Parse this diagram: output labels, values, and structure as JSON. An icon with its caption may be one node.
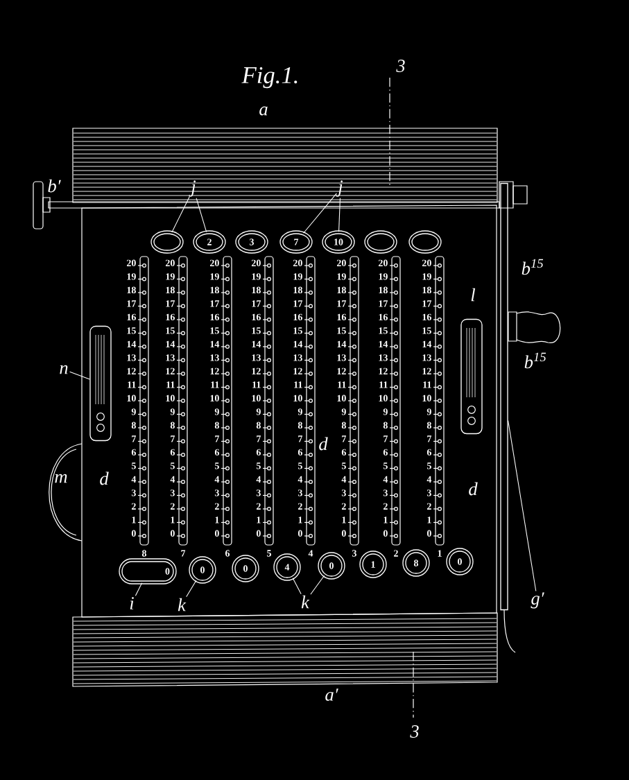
{
  "diagram": {
    "title": "Fig.1.",
    "nodes": [
      {
        "text": [
          "j"
        ]
      },
      {
        "text": [
          "j"
        ]
      },
      {
        "text": [],
        "shape": "circle"
      },
      {
        "text": [
          "2"
        ]
      },
      {
        "text": [
          "3"
        ]
      },
      {
        "text": [
          "7"
        ]
      },
      {
        "text": [
          "10"
        ]
      },
      {
        "text": [],
        "shape": "circle"
      },
      {
        "text": [],
        "shape": "circle"
      },
      {
        "text": [
          "20",
          "19",
          "18",
          "17",
          "16",
          "15",
          "14",
          "13",
          "12",
          "11",
          "10",
          "9",
          "8",
          "7",
          "6",
          "5",
          "4",
          "3",
          "2",
          "1",
          "0"
        ],
        "beside": [
          "8"
        ]
      },
      {
        "text": [
          "20",
          "19",
          "18",
          "17",
          "16",
          "15",
          "14",
          "13",
          "12",
          "11",
          "10",
          "9",
          "8",
          "7",
          "6",
          "5",
          "4",
          "3",
          "2",
          "1",
          "0"
        ],
        "beside": [
          "7"
        ]
      },
      {
        "text": [
          "20",
          "19",
          "18",
          "17",
          "16",
          "15",
          "14",
          "13",
          "12",
          "11",
          "10",
          "9",
          "8",
          "7",
          "6",
          "5",
          "4",
          "3",
          "2",
          "1",
          "0"
        ],
        "beside": [
          "6"
        ]
      },
      {
        "text": [
          "20",
          "19",
          "18",
          "17",
          "16",
          "15",
          "14",
          "13",
          "12",
          "11",
          "10",
          "9",
          "8",
          "7",
          "6",
          "5",
          "4",
          "3",
          "2",
          "1",
          "0"
        ],
        "beside": [
          "5"
        ]
      },
      {
        "text": [
          "20",
          "19",
          "18",
          "17",
          "16",
          "15",
          "14",
          "13",
          "12",
          "11",
          "10",
          "9",
          "8",
          "7",
          "6",
          "5",
          "4",
          "3",
          "2",
          "1",
          "0"
        ],
        "beside": [
          "4"
        ]
      },
      {
        "text": [
          "20",
          "19",
          "18",
          "17",
          "16",
          "15",
          "14",
          "13",
          "12",
          "11",
          "10",
          "9",
          "8",
          "7",
          "6",
          "5",
          "4",
          "3",
          "2",
          "1",
          "0"
        ],
        "beside": [
          "3"
        ]
      },
      {
        "text": [
          "20",
          "19",
          "18",
          "17",
          "16",
          "15",
          "14",
          "13",
          "12",
          "11",
          "10",
          "9",
          "8",
          "7",
          "6",
          "5",
          "4",
          "3",
          "2",
          "1",
          "0"
        ],
        "beside": [
          "2"
        ]
      },
      {
        "text": [
          "20",
          "19",
          "18",
          "17",
          "16",
          "15",
          "14",
          "13",
          "12",
          "11",
          "10",
          "9",
          "8",
          "7",
          "6",
          "5",
          "4",
          "3",
          "2",
          "1",
          "0"
        ],
        "beside": [
          "1"
        ]
      },
      {
        "text": [
          "n"
        ]
      },
      {
        "text": [],
        "shape": "box"
      },
      {
        "text": [],
        "shape": "box"
      },
      {
        "text": [],
        "shape": "bar"
      },
      {
        "text": [
          "0"
        ]
      },
      {
        "text": [
          "0"
        ]
      },
      {
        "text": [
          "0"
        ]
      },
      {
        "text": [
          "4"
        ]
      },
      {
        "text": [
          "0"
        ]
      },
      {
        "text": [
          "1"
        ]
      },
      {
        "text": [
          "8"
        ]
      },
      {
        "text": [
          "0"
        ]
      },
      {
        "text": [
          "i"
        ]
      },
      {
        "text": [
          "k"
        ]
      },
      {
        "text": [
          "k"
        ]
      },
      {
        "text": [
          "g′"
        ]
      }
    ],
    "edges": [
      {
        "from": 0,
        "to": 2,
        "arrow": "none"
      },
      {
        "from": 0,
        "to": 3,
        "arrow": "none"
      },
      {
        "from": 1,
        "to": 5,
        "arrow": "none"
      },
      {
        "from": 1,
        "to": 6,
        "arrow": "none"
      },
      {
        "from": 17,
        "to": 18,
        "arrow": "none"
      },
      {
        "from": 29,
        "to": 21,
        "arrow": "none"
      },
      {
        "from": 30,
        "to": 22,
        "arrow": "none"
      },
      {
        "from": 31,
        "to": 24,
        "arrow": "none"
      },
      {
        "from": 31,
        "to": 25,
        "arrow": "none"
      },
      {
        "from": 32,
        "to": 20,
        "arrow": "none"
      }
    ],
    "labels": [
      "3",
      "a",
      "b′",
      "b$^{15}$",
      "l",
      "b$^{15}$",
      "d",
      "m",
      "d",
      "d",
      "a′",
      "3"
    ]
  }
}
